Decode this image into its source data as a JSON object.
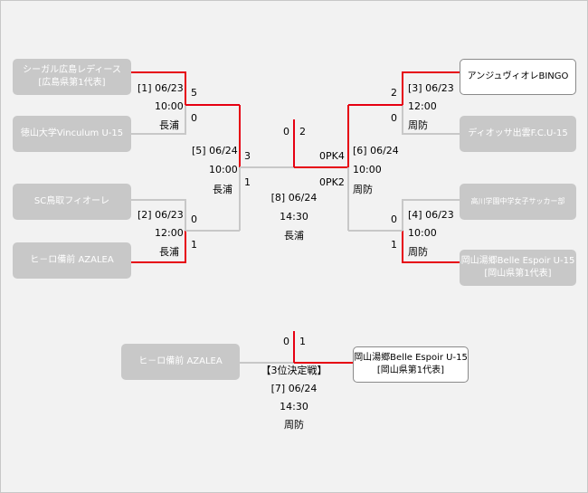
{
  "colors": {
    "win_line": "#e60012",
    "lose_line": "#c8c8c8",
    "box_lose": "#c8c8c8",
    "box_win": "#ffffff"
  },
  "teams": {
    "t1": {
      "line1": "シーガル広島レディース",
      "line2": "[広島県第1代表]"
    },
    "t2": {
      "line1": "徳山大学Vinculum U-15",
      "line2": ""
    },
    "t3": {
      "line1": "SC鳥取フィオーレ",
      "line2": ""
    },
    "t4": {
      "line1": "ヒ－ロ備前 AZALEA",
      "line2": ""
    },
    "t5": {
      "line1": "アンジュヴィオレBINGO",
      "line2": ""
    },
    "t6": {
      "line1": "ディオッサ出雲F.C.U-15",
      "line2": ""
    },
    "t7": {
      "line1": "高川学園中学女子サッカー部",
      "line2": ""
    },
    "t8": {
      "line1": "岡山湯郷Belle Espoir U-15",
      "line2": "[岡山県第1代表]"
    },
    "t9": {
      "line1": "ヒ－ロ備前 AZALEA",
      "line2": ""
    },
    "t10": {
      "line1": "岡山湯郷Belle Espoir U-15",
      "line2": "[岡山県第1代表]"
    }
  },
  "matches": {
    "m1": {
      "id": "[1] 06/23",
      "time": "10:00",
      "venue": "長浦",
      "score_top": "5",
      "score_bottom": "0"
    },
    "m2": {
      "id": "[2] 06/23",
      "time": "12:00",
      "venue": "長浦",
      "score_top": "0",
      "score_bottom": "1"
    },
    "m3": {
      "id": "[3] 06/23",
      "time": "12:00",
      "venue": "周防",
      "score_top": "2",
      "score_bottom": "0"
    },
    "m4": {
      "id": "[4] 06/23",
      "time": "10:00",
      "venue": "周防",
      "score_top": "0",
      "score_bottom": "1"
    },
    "m5": {
      "id": "[5] 06/24",
      "time": "10:00",
      "venue": "長浦",
      "score_top": "3",
      "score_bottom": "1"
    },
    "m6": {
      "id": "[6] 06/24",
      "time": "10:00",
      "venue": "周防",
      "pk_top": "0PK4",
      "pk_bottom": "0PK2"
    },
    "m8": {
      "id": "[8] 06/24",
      "time": "14:30",
      "venue": "長浦",
      "score_left": "0",
      "score_right": "2"
    },
    "m7": {
      "title": "【3位決定戦】",
      "id": "[7] 06/24",
      "time": "14:30",
      "venue": "周防",
      "score_left": "0",
      "score_right": "1"
    }
  }
}
